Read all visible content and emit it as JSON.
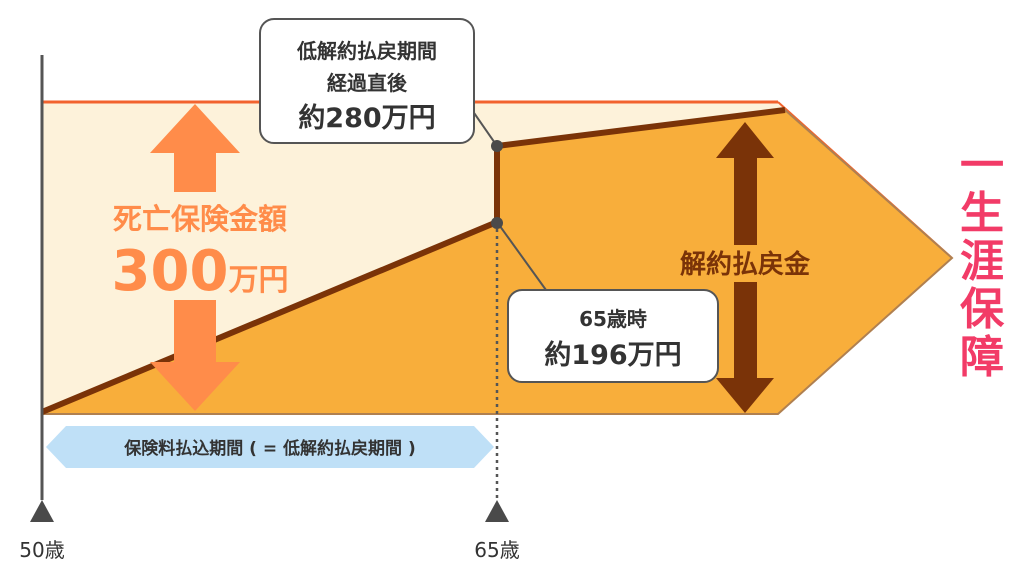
{
  "death_benefit": {
    "label": "死亡保険金額",
    "amount": "300",
    "unit": "万円"
  },
  "callout_after_period": {
    "line1": "低解約払戻期間",
    "line2": "経過直後",
    "value": "約280万円"
  },
  "callout_age65": {
    "line1": "65歳時",
    "value": "約196万円"
  },
  "surrender_value_label": "解約払戻金",
  "lifetime_coverage": [
    "一",
    "生",
    "涯",
    "保",
    "障"
  ],
  "payment_period_label": "保険料払込期間 ( = 低解約払戻期間 )",
  "age_start": "50歳",
  "age_65": "65歳",
  "colors": {
    "cream": "#fdf2da",
    "orange": "#f8ae3b",
    "brown": "#7a3308",
    "arrow_orange": "#ff8c4a",
    "pink": "#f23b67",
    "blue": "#bfe0f7",
    "border_red": "#f2632e"
  }
}
